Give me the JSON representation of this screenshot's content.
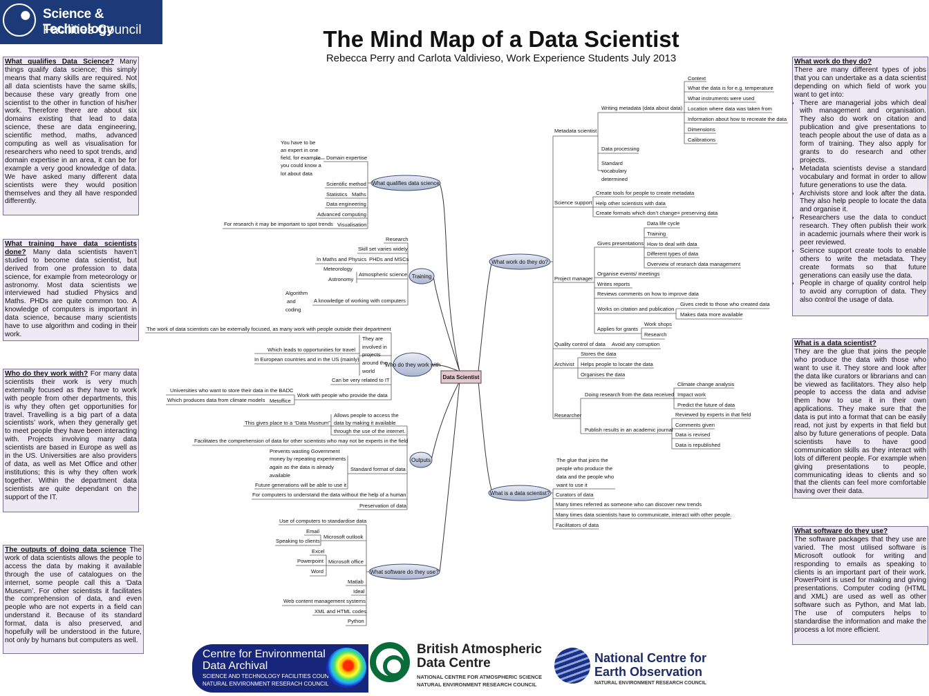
{
  "logo": {
    "line1": "Science & Technology",
    "line2": "Facilities Council"
  },
  "title": "The Mind Map of a Data Scientist",
  "subtitle": "Rebecca Perry and Carlota Valdivieso, Work Experience Students July 2013",
  "boxes": {
    "qualifies": {
      "heading": "What qualifies Data Science?",
      "body": "Many things qualify data science; this simply means that many skills are required. Not all data scientists have the same skills, because these vary greatly from one scientist to the other in function of his/her work. Therefore there are about six domains existing that lead to data science, these are data engineering, scientific method, maths, advanced computing as well as visualisation for researchers who need to spot trends, and domain expertise in an area, it can be for example a very good knowledge of data. We have asked many different data scientists were they would position themselves and they all have responded differently."
    },
    "training": {
      "heading": "What training have data scientists done?",
      "body": "Many data scientists haven’t studied to become data scientist, but derived from one profession to data science, for example from meteorology or astronomy. Most data scientists we interviewed had studied Physics and Maths. PHDs are quite common too. A knowledge of computers is important in data science, because many scientists have to use algorithm and coding in their work."
    },
    "who": {
      "heading": "Who do they work with?",
      "body": "For many data scientists their work is very much externally focused as they have to work with people from other departments, this is why they often get opportunities for travel. Travelling is a big part of a data scientists’ work, when they generally get to meet people they have been interacting with. Projects involving many data scientists are based in Europe as well as in the US. Universities are also providers of data, as well as Met Office and other institutions; this is why they often work together. Within the department data scientists are quite dependant on the support of the IT."
    },
    "outputs": {
      "heading": "The outputs of doing data science",
      "body": "The work of data scientists allows the people to access the data by making it available through the use of catalogues on the internet, some people call this a ‘Data Museum’. For other scientists it facilitates the comprehension of data, and even people who are not experts in a field can understand it. Because of its standard format, data is also preserved, and hopefully will be understood in the future, not only by humans but computers as well."
    },
    "work": {
      "heading": "What work do they do?",
      "intro": "There are many different types of jobs that you can undertake as a data scientist depending on which field of work you want to get into:",
      "bullets": [
        "There are managerial jobs which deal with management and organisation. They also do work on citation and publication and give presentations to teach people about the use of data as a form of training. They also apply for grants to do research and other projects.",
        "Metadata scientists devise a standard vocabulary and format in order to allow future generations to use the data.",
        "Archivists store and look after the data. They also help people to locate the data and organise it.",
        "Researchers use the data to conduct research. They often publish their work in academic journals where their work is peer reviewed.",
        "Science support create tools to enable others to write the metadata. They create formats so that future generations can easily use the data.",
        "People in charge of quality control help to avoid any corruption of data. They also control the usage of data."
      ]
    },
    "whatis": {
      "heading": "What is a data scientist?",
      "body": "They are the glue that joins the people who produce the data with those who want to use it. They store and look after the data like curators or librarians and can be viewed as facilitators. They also help people to access the data and advise them how to use it in their own applications. They make sure that the data is put into a format that can be easily read, not just by experts in that field but also by future generations of people. Data scientists have to have good communication skills as they interact with lots of different people. For example when giving presentations to people, communicating ideas to clients and so that the clients can feel more comfortable having over their data."
    },
    "software": {
      "heading": "What software do they use?",
      "body": "The software packages that they use are varied. The most utilised software is Microsoft outlook for writing and responding to emails as speaking to clients is an important part of their work. PowerPoint is used for making and giving presentations. Computer coding (HTML and XML) are used as well as other software such as Python, and Mat lab. The use of computers helps to standardise the information and make the process a lot more efficient."
    }
  },
  "mindmap": {
    "center": "Data Scientist",
    "ovals": {
      "qualifies": "What qualifies data science",
      "training": "Training",
      "who": "Who do they work with",
      "outputs": "Outputs",
      "software": "What software do they use?",
      "work": "What work do they do?",
      "whatis": "What is a data scientist?"
    },
    "labels": {
      "q_expert": [
        "You have to be",
        "an expert in one",
        "field, for example",
        "you could know a",
        "lot about data"
      ],
      "q_domain": "Domain expertise",
      "q_sci": "Scientific method",
      "q_stats": "Statistics",
      "q_maths": "Maths",
      "q_eng": "Data engineering",
      "q_adv": "Advanced computing",
      "q_trends": "For research it may be important to spot trends",
      "q_vis": "Visualisation",
      "t_research": "Research",
      "t_skill": "Skill set varies widely",
      "t_inmaths": "In Maths and Physics",
      "t_phd": "PHDs and MSCs",
      "t_met": "Meteorology",
      "t_astro": "Astronomy",
      "t_atmos": "Atmospheric science",
      "t_algo": [
        "Algorithm",
        "and",
        "coding"
      ],
      "t_comp": "A knowledge of working with computers",
      "w_ext": "The work of data scientists can be externally focused, as many work with people outside their department",
      "w_leads": "Which leads to opportunities for travel",
      "w_eu": "In European countries and in the US (mainly)",
      "w_they": [
        "They are",
        "involved in",
        "projects",
        "around the",
        "world"
      ],
      "w_it": "Can be very related to IT",
      "w_uni": "Universities who want to store their data in the BADC",
      "w_climate": "Which produces data from climate models",
      "w_metoffice": "Metoffice",
      "w_provide": "Work with people who provide the data",
      "o_allows": [
        "Allows people to access the",
        "data by making it available",
        "through the use of the internet."
      ],
      "o_museum": "This gives place to a “Data Museum”",
      "o_facil": "Facilitates the comprehension of data for other scientists who may not be experts in the field",
      "o_prevent": [
        "Prevents wasting Government",
        "money by repeating experiments",
        "again as the data is already",
        "available"
      ],
      "o_std": "Standard format of data",
      "o_future": "Future generations will be able to use it",
      "o_computers": "For computers to understand the data without the help of a human",
      "o_preserve": "Preservation of data",
      "s_std": "Use of computers to standardise data",
      "s_email": "Email",
      "s_speak": "Speaking to clients",
      "s_outlook": "Microsoft outlook",
      "s_excel": "Excel",
      "s_ppt": "Powerpoint",
      "s_word": "Word",
      "s_office": "Microsoft office",
      "s_matlab": "Matlab",
      "s_ideal": "Ideal",
      "s_wcms": "Web content management systems",
      "s_xml": "XML and HTML codes",
      "s_python": "Python",
      "k_meta": "Metadata scientist",
      "k_writing": "Writing metadata (data about data)",
      "k_context": "Context",
      "k_temp": "What the data is for e.g. temperature",
      "k_instr": "What instruments were used",
      "k_loc": "Location where data was taken from",
      "k_info": "Information about how to recreate the data",
      "k_dim": "Dimensions",
      "k_cal": "Calibrations",
      "k_proc": "Data processing",
      "k_vocab": [
        "Standard",
        "vocabulary",
        "determined"
      ],
      "k_support": "Science support",
      "k_tools": "Create tools for people to create metadata",
      "k_help": "Help other scientists with data",
      "k_formats": "Create formats which don’t change= preserving data",
      "k_pm": "Project manager",
      "k_pres": "Gives presentations",
      "k_lifecycle": "Data life cycle",
      "k_training": "Training",
      "k_deal": "How to deal with data",
      "k_types": "Different types of data",
      "k_overview": "Overview of research data management",
      "k_events": "Organise events/ meetings",
      "k_reports": "Writes reports",
      "k_reviews": "Reviews comments on how to improve data",
      "k_citation": "Works on citation and publication",
      "k_credits": "Gives credit to those who created data",
      "k_avail": "Makes data more available",
      "k_grants": "Applies for grants",
      "k_workshops": "Work shops",
      "k_research": "Research",
      "k_quality": "Quality control of data",
      "k_corrupt": "Avoid any corruption",
      "k_archivist": "Archivist",
      "k_stores": "Stores the data",
      "k_locate": "Helps people to locate the data",
      "k_organise": "Organises the data",
      "k_researcher": "Researcher",
      "k_doing": "Doing research from the data received",
      "k_climate": "Climate change analysis",
      "k_impact": "Impact work",
      "k_predict": "Predict the future of data",
      "k_publish": "Publish results in an academic journal",
      "k_reviewed": "Reviewed by experts in that field",
      "k_comments": "Comments given",
      "k_revised": "Data is revised",
      "k_repub": "Data is republished",
      "d_glue": [
        "The glue that joins the",
        "people who produce the",
        "data and the people who",
        "want to use it"
      ],
      "d_curators": "Curators of data",
      "d_many": "Many times referred as someone who can discover new trends",
      "d_comm": "Many times data scientists have to communicate, interact with other people.",
      "d_facil": "Facilitators of data"
    }
  },
  "footer": {
    "ceda": {
      "l1": "Centre for Environmental",
      "l2": "Data Archival",
      "l3": "SCIENCE AND TECHNOLOGY FACILITIES COUNCIL",
      "l4": "NATURAL ENVIRONMENT RESERACH COUNCIL"
    },
    "badc": {
      "l1": "British Atmospheric",
      "l2": "Data Centre",
      "l3": "NATIONAL CENTRE FOR ATMOSPHERIC SCIENCE",
      "l4": "NATURAL ENVIRONMENT RESEARCH COUNCIL"
    },
    "nceo": {
      "l1": "National Centre for",
      "l2": "Earth Observation",
      "l3": "NATURAL ENVIRONMENT RESEARCH COUNCIL"
    }
  }
}
